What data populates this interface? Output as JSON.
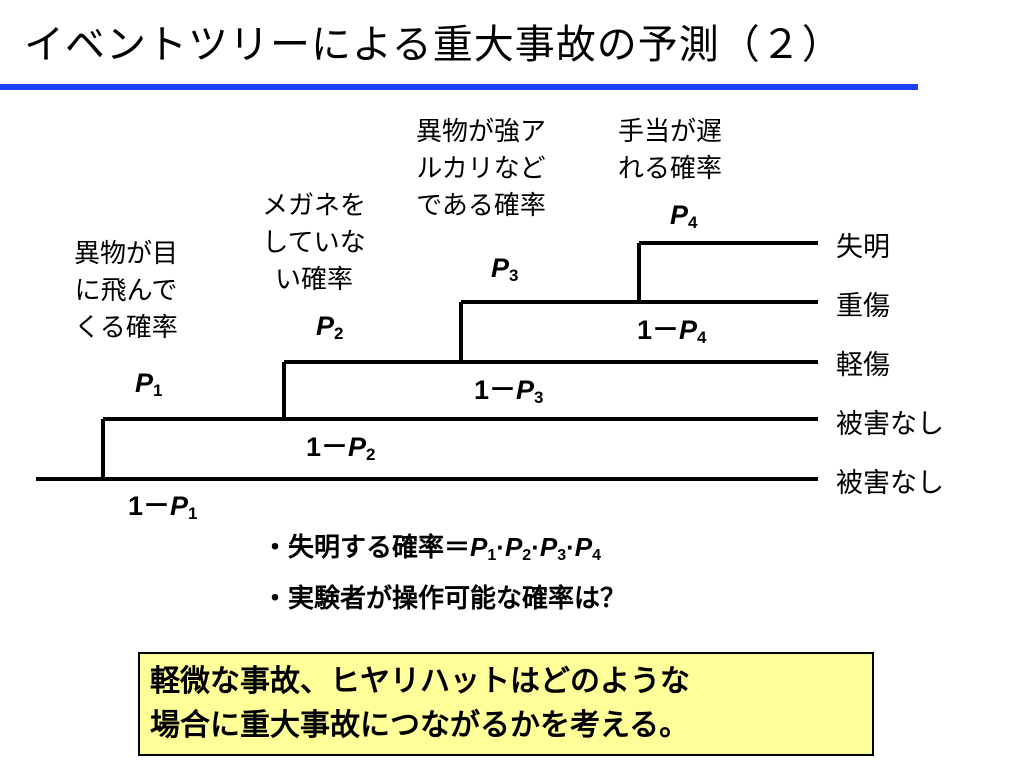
{
  "title": "イベントツリーによる重大事故の予測（２）",
  "accent_color": "#1f3fff",
  "callout_color": "#ffff99",
  "events": [
    {
      "label_lines": [
        "異物が目",
        "に飛んで",
        "くる確率"
      ],
      "var": "P",
      "sub": "1",
      "complement_prefix": "1－",
      "complement_var": "P",
      "complement_sub": "1"
    },
    {
      "label_lines": [
        "メガネを",
        "していな",
        "い確率"
      ],
      "var": "P",
      "sub": "2",
      "complement_prefix": "1－",
      "complement_var": "P",
      "complement_sub": "2"
    },
    {
      "label_lines": [
        "異物が強ア",
        "ルカリなど",
        "である確率"
      ],
      "var": "P",
      "sub": "3",
      "complement_prefix": "1－",
      "complement_var": "P",
      "complement_sub": "3"
    },
    {
      "label_lines": [
        "手当が遅",
        "れる確率"
      ],
      "var": "P",
      "sub": "4",
      "complement_prefix": "1－",
      "complement_var": "P",
      "complement_sub": "4"
    }
  ],
  "outcomes": [
    "失明",
    "重傷",
    "軽傷",
    "被害なし",
    "被害なし"
  ],
  "bullets": {
    "item1_prefix": "・失明する確率＝",
    "formula_var": "P",
    "formula_sep": "·",
    "formula_subs": [
      "1",
      "2",
      "3",
      "4"
    ],
    "item2": "・実験者が操作可能な確率は？"
  },
  "callout": {
    "line1": "軽微な事故、ヒヤリハットはどのような",
    "line2": "場合に重大事故につながるかを考える。"
  }
}
